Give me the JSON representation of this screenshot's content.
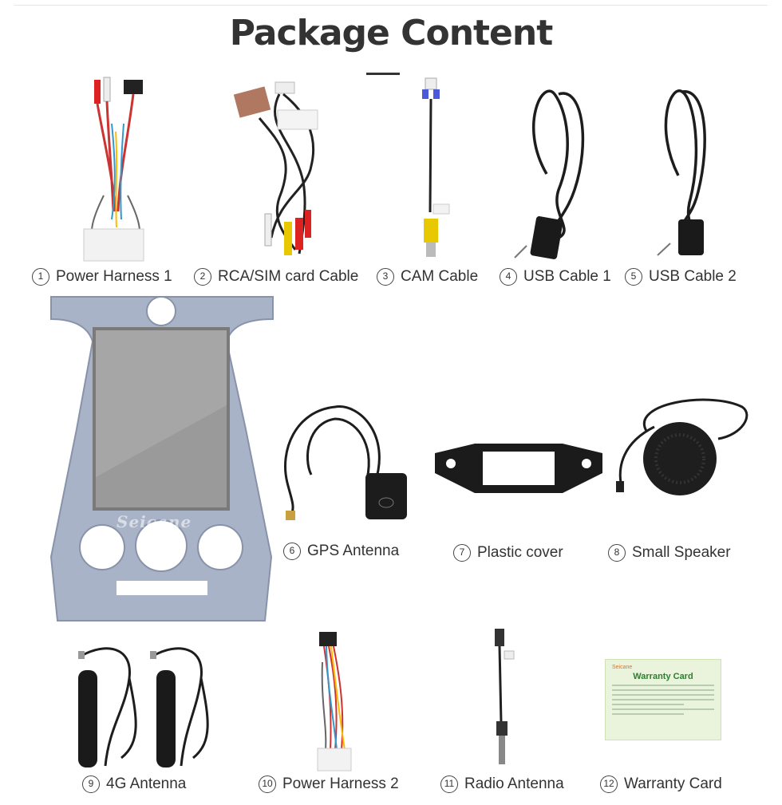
{
  "title": "Package Content",
  "items": [
    {
      "num": "1",
      "label": "Power Harness 1"
    },
    {
      "num": "2",
      "label": "RCA/SIM card Cable"
    },
    {
      "num": "3",
      "label": "CAM Cable"
    },
    {
      "num": "4",
      "label": "USB Cable 1"
    },
    {
      "num": "5",
      "label": "USB Cable 2"
    },
    {
      "num": "6",
      "label": "GPS Antenna"
    },
    {
      "num": "7",
      "label": "Plastic cover"
    },
    {
      "num": "8",
      "label": "Small Speaker"
    },
    {
      "num": "9",
      "label": "4G Antenna"
    },
    {
      "num": "10",
      "label": "Power Harness 2"
    },
    {
      "num": "11",
      "label": "Radio Antenna"
    },
    {
      "num": "12",
      "label": "Warranty Card"
    }
  ],
  "radio_brand": "Seicane",
  "warranty_card": {
    "brand": "Seicane",
    "title": "Warranty Card"
  },
  "colors": {
    "title": "#333333",
    "panel": "#aab4c8",
    "screen": "#9a9a9a",
    "card_bg": "#eaf4dd",
    "card_title": "#2f7d2f"
  }
}
